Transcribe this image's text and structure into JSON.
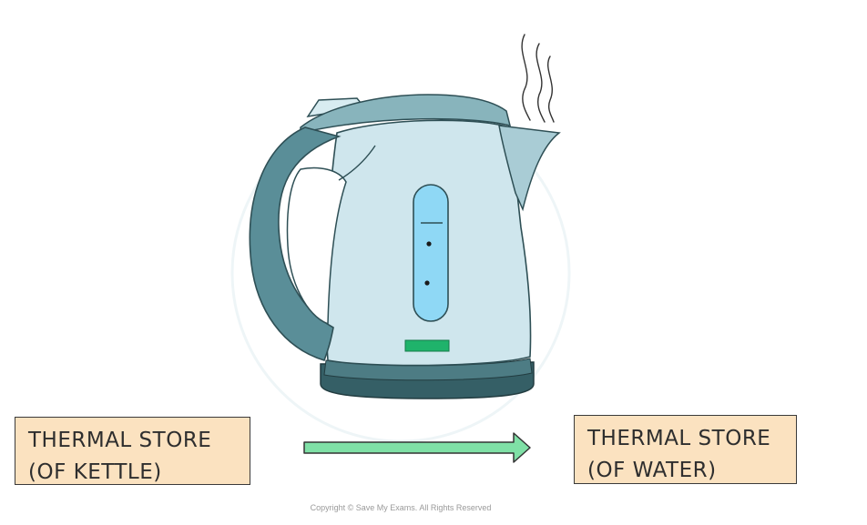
{
  "diagram": {
    "source_store": {
      "line1": "THERMAL  STORE",
      "line2": "(OF KETTLE)"
    },
    "target_store": {
      "line1": "THERMAL  STORE",
      "line2": "(OF WATER)"
    },
    "copyright": "Copyright © Save My Exams. All Rights Reserved"
  },
  "colors": {
    "box_fill": "#fbe2c0",
    "arrow_fill": "#7fe0a6",
    "kettle_body": "#cfe6ed",
    "kettle_dark": "#4a7a85",
    "kettle_base": "#355f66",
    "water_window": "#8fd8f5",
    "power_light": "#1fb36b"
  }
}
